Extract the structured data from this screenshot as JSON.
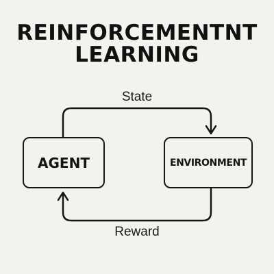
{
  "title": {
    "line1": "REINFORCEMENTNT",
    "line2": "LEARNING"
  },
  "nodes": {
    "agent": "AGENT",
    "environment": "ENVIRONMENT"
  },
  "edges": {
    "state": "State",
    "reward": "Reward"
  }
}
